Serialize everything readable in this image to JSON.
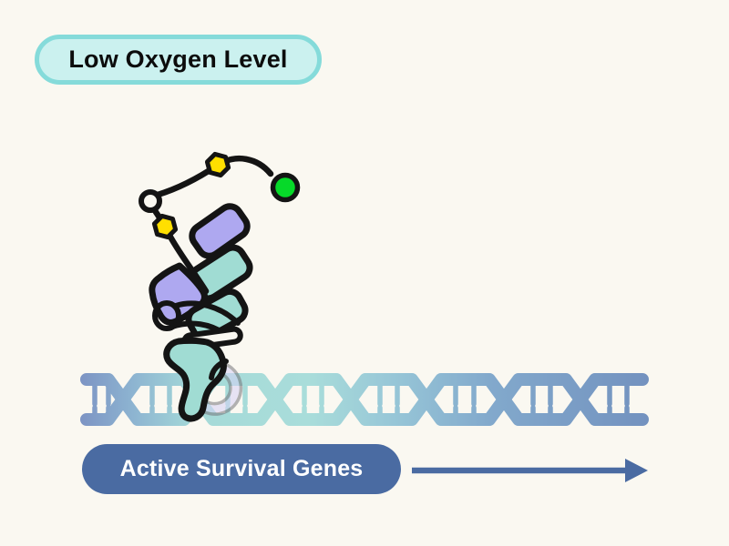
{
  "background_color": "#FAF8F1",
  "badge": {
    "label": "Low Oxygen Level",
    "fill": "#CBF1EF",
    "border_color": "#85DBDA",
    "text_color": "#0C0C0C"
  },
  "gene_pill": {
    "label": "Active Survival Genes",
    "fill": "#4A6BA2",
    "text_color": "#FFFFFF"
  },
  "arrow": {
    "color": "#4A6BA2",
    "direction": "right"
  },
  "illustration": {
    "name": "hypoxia-transcription-factor-on-dna",
    "protein_complex": {
      "purple_subunit_color": "#AEA8F0",
      "teal_subunit_color": "#A0DCD3",
      "outline_color": "#141414"
    },
    "modifications": {
      "hexagon_color": "#FFDF00",
      "hexagon_count": 2,
      "signal_circle_color": "#06D929"
    },
    "dna_gradient": [
      "#7D95C4",
      "#8DB4D1",
      "#A5DAD8",
      "#A9DDDA",
      "#97C6D7",
      "#82A9CC",
      "#7392BF"
    ],
    "cofactor_ring": {
      "fill": "#D7D1F6",
      "outline": "#76767C"
    }
  }
}
